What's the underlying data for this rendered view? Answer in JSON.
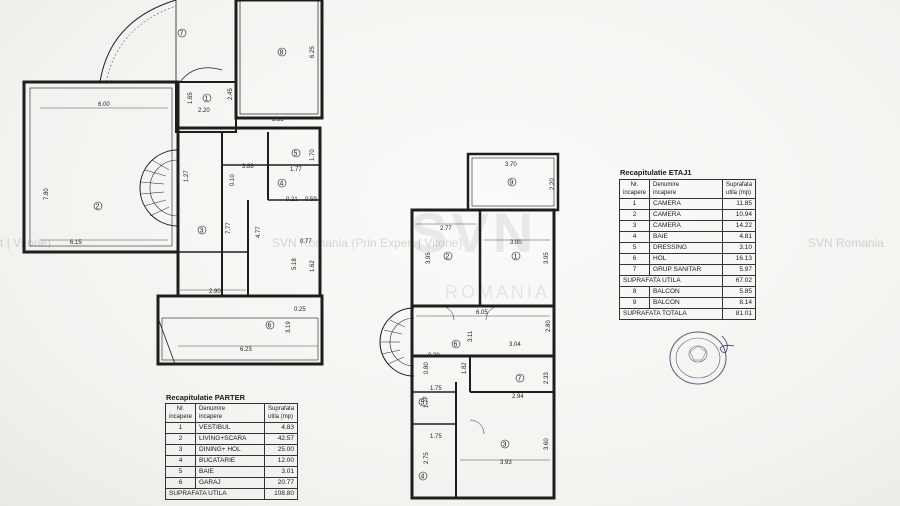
{
  "watermark": {
    "left_fragment": "t | Vitorie)",
    "mid_fragment": "SVN Romania (Prin Expert | Vitorie)",
    "right_fragment": "SVN Romania",
    "brand": "SVN",
    "brand_sub": "ROMANIA"
  },
  "parter": {
    "title": "Recapitulatie PARTER",
    "headers": {
      "nr": [
        "Nr.",
        "incapere"
      ],
      "name": [
        "Denumire",
        "incapere"
      ],
      "area": [
        "Suprafata",
        "utila (mp)"
      ]
    },
    "rows": [
      {
        "nr": "1",
        "name": "VESTIBUL",
        "area": "4.83"
      },
      {
        "nr": "2",
        "name": "LIVING+SCARA",
        "area": "42.57"
      },
      {
        "nr": "3",
        "name": "DINING+ HOL",
        "area": "25.00"
      },
      {
        "nr": "4",
        "name": "BUCATARIE",
        "area": "12.00"
      },
      {
        "nr": "5",
        "name": "BAIE",
        "area": "3.01"
      },
      {
        "nr": "6",
        "name": "GARAJ",
        "area": "20.77"
      }
    ],
    "total": {
      "name": "SUPRAFATA UTILA",
      "area": "108.80"
    }
  },
  "etaj": {
    "title": "Recapitulatie ETAJ1",
    "headers": {
      "nr": [
        "Nr.",
        "incapere"
      ],
      "name": [
        "Denumire",
        "incapere"
      ],
      "area": [
        "Suprafata",
        "utila (mp)"
      ]
    },
    "rows": [
      {
        "nr": "1",
        "name": "CAMERA",
        "area": "11.85"
      },
      {
        "nr": "2",
        "name": "CAMERA",
        "area": "10.94"
      },
      {
        "nr": "3",
        "name": "CAMERA",
        "area": "14.22"
      },
      {
        "nr": "4",
        "name": "BAIE",
        "area": "4.81"
      },
      {
        "nr": "5",
        "name": "DRESSING",
        "area": "3.10"
      },
      {
        "nr": "6",
        "name": "HOL",
        "area": "16.13"
      },
      {
        "nr": "7",
        "name": "GRUP SANITAR",
        "area": "5.97"
      }
    ],
    "subtotal": {
      "name": "SUPRAFATA UTILA",
      "area": "67.02"
    },
    "balconies": [
      {
        "nr": "8",
        "name": "BALCON",
        "area": "5.85"
      },
      {
        "nr": "9",
        "name": "BALCON",
        "area": "8.14"
      }
    ],
    "total": {
      "name": "SUPRAFATA TOTALA",
      "area": "81.01"
    }
  },
  "ground_plan": {
    "room_numbers": [
      "7",
      "8",
      "1",
      "2",
      "3",
      "4",
      "5",
      "6"
    ],
    "dimensions": [
      "6.00",
      "2.20",
      "1.65",
      "2.45",
      "3.35",
      "6.25",
      "7.80",
      "6.15",
      "3.88",
      "1.77",
      "1.70",
      "0.10",
      "7.77",
      "4.77",
      "0.21",
      "0.59",
      "0.77",
      "5.18",
      "1.62",
      "2.90",
      "0.25",
      "3.19",
      "6.23",
      "1.27"
    ]
  },
  "upper_plan": {
    "room_numbers": [
      "9",
      "2",
      "1",
      "6",
      "7",
      "5",
      "4",
      "3"
    ],
    "dimensions": [
      "3.70",
      "2.20",
      "2.77",
      "3.00",
      "3.95",
      "3.95",
      "6.05",
      "2.80",
      "3.11",
      "3.04",
      "0.30",
      "0.80",
      "1.82",
      "2.94",
      "2.33",
      "1.75",
      "1.77",
      "1.75",
      "2.75",
      "3.93",
      "3.60"
    ]
  },
  "stamp": {
    "label": "stamp"
  }
}
